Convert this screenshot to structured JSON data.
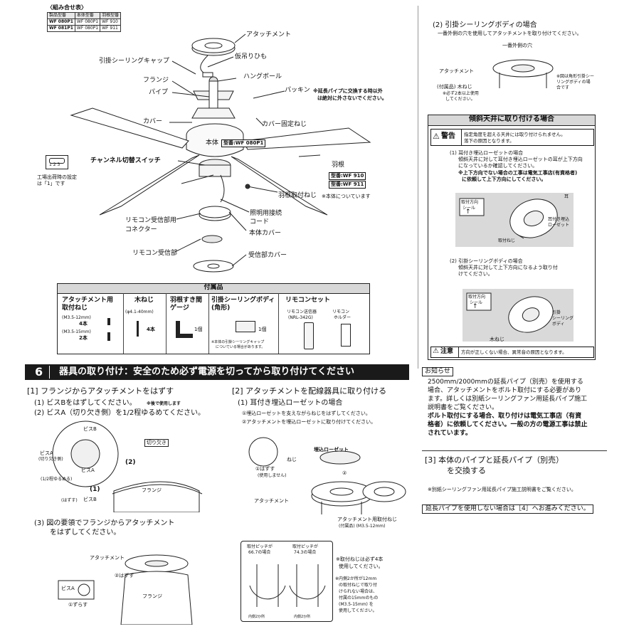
{
  "combo_table": {
    "title": "〈組み合せ表〉",
    "headers": [
      "製品型番",
      "本体型番",
      "羽根型番"
    ],
    "rows": [
      [
        "WF 080P1",
        "WF 080P1",
        "WF 910"
      ],
      [
        "WF 081P1",
        "WF 080P1",
        "WF 911"
      ]
    ]
  },
  "diagram_labels": {
    "attachment": "アタッチメント",
    "ceiling_cap": "引掛シーリングキャップ",
    "temp_string": "仮吊りひも",
    "flange": "フランジ",
    "hang_ball": "ハングボール",
    "pipe": "パイプ",
    "packing": "パッキン",
    "packing_note1": "※延長パイプに交換する時以外",
    "packing_note2": "は絶対に外さないでください。",
    "cover": "カバー",
    "cover_screw": "カバー固定ねじ",
    "body": "本体",
    "body_model": "型番:WF 080P1",
    "channel_switch": "チャンネル切替スイッチ",
    "factory_setting1": "工場出荷時の設定",
    "factory_setting2": "は「1」です",
    "switch_nums": "1 2 3",
    "blade": "羽根",
    "blade_model1": "型番:WF 910",
    "blade_model2": "型番:WF 911",
    "blade_screw": "羽根取付ねじ",
    "blade_screw_note": "※本体についています",
    "light_cord1": "照明用接続",
    "light_cord2": "コード",
    "remote_connector1": "リモコン受信部用",
    "remote_connector2": "コネクター",
    "body_cover": "本体カバー",
    "receiver": "リモコン受信部",
    "receiver_cover": "受信部カバー"
  },
  "accessories": {
    "title": "付属品",
    "cols": [
      {
        "name": "アタッチメント用\n取付ねじ",
        "lines": [
          "(M3.5-12mm)",
          "4本",
          "(M3.5-15mm)",
          "2本"
        ]
      },
      {
        "name": "木ねじ",
        "lines": [
          "(φ4.1-40mm)",
          "4本"
        ]
      },
      {
        "name": "羽根すき間\nゲージ",
        "lines": [
          "1個"
        ]
      },
      {
        "name": "引掛シーリングボディ\n(角形)",
        "lines": [
          "1個",
          "※本体の引掛シーリングキャップ",
          "についている場合があります。"
        ]
      },
      {
        "name": "リモコンセット",
        "lines": [
          "リモコン送信器",
          "(NRL-342G)",
          "リモコン",
          "ホルダー"
        ]
      }
    ]
  },
  "right_top": {
    "heading": "(2) 引掛シーリングボディの場合",
    "desc": "一番外側の穴を使用してアタッチメントを取り付けてください。",
    "outer_hole": "一番外側の穴",
    "attachment": "アタッチメント",
    "wood_screw": "(付属品) 木ねじ",
    "wood_screw_note1": "※必ず2本以上使用",
    "wood_screw_note2": "してください。",
    "square_note1": "※図は角形引掛シー",
    "square_note2": "リングボディの場",
    "square_note3": "合です"
  },
  "slope": {
    "title": "傾斜天井に取り付ける場合",
    "warning_label": "警告",
    "warning_text1": "指定角度を超える天井には取り付けられません。",
    "warning_text2": "落下の原因となります。",
    "p1_head": "(1) 耳付き埋込ローゼットの場合",
    "p1_l1": "傾斜天井に対して耳付き埋込ローゼットの耳が上下方向",
    "p1_l2": "になっているか確認してください。",
    "p1_l3": "※上下方向でない場合の工事は電気工事店(有資格者)",
    "p1_l4": "に依頼して上下方向にしてください。",
    "d1_dir1": "取付方向",
    "d1_dir2": "シール",
    "d1_ear": "耳",
    "d1_rosette1": "耳付き埋込",
    "d1_rosette2": "ローゼット",
    "d1_screw": "取付ねじ",
    "p2_head": "(2) 引掛シーリングボディの場合",
    "p2_l1": "傾斜天井に対して上下方向になるよう取り付",
    "p2_l2": "けてください。",
    "d2_dir1": "取付方向",
    "d2_dir2": "シール",
    "d2_body1": "引掛",
    "d2_body2": "シーリング",
    "d2_body3": "ボディ",
    "d2_screw": "木ねじ",
    "caution_label": "注意",
    "caution_text": "方向が正しくない場合、異常音の原因となります。"
  },
  "section6": {
    "num": "6",
    "title": "器具の取り付け：安全のため必ず電源を切ってから取り付けてください"
  },
  "step1": {
    "heading": "[1] フランジからアタッチメントをはずす",
    "s1": "(1) ビスBをはずしてください。",
    "s1_note": "※後で使用します",
    "s2": "(2) ビスA（切り欠き側）を1/2程ゆるめてください。",
    "visB": "ビスB",
    "visA1": "ビスA",
    "visA2": "(切り欠き側)",
    "visA3": "ビスA",
    "half": "(1/2程ゆるめる)",
    "notch": "切り欠き",
    "n2": "(2)",
    "n1": "(1)",
    "flange": "フランジ",
    "remove": "(はずす)",
    "visB2": "ビスB",
    "s3_l1": "(3) 図の要領でフランジからアタッチメント",
    "s3_l2": "をはずしてください。",
    "attachment": "アタッチメント",
    "remove2": "②はずす",
    "visA_small": "ビスA",
    "slide": "①ずらす",
    "flange2": "フランジ"
  },
  "step2": {
    "heading": "[2] アタッチメントを配線器具に取り付ける",
    "sub": "(1) 耳付き埋込ローゼットの場合",
    "l1": "①埋込ローゼットを支えながらねじをはずしてください。",
    "l2": "②アタッチメントを埋込ローゼットに取り付けてください。",
    "rosette": "埋込ローゼット",
    "screw": "ねじ",
    "remove_note1": "①はずす",
    "remove_note2": "(使用しません)",
    "c2": "②",
    "attachment": "アタッチメント",
    "att_screw": "アタッチメント用取付ねじ",
    "att_screw2": "(付属品) (M3.5-12mm)",
    "pitch1a": "取付ピッチが",
    "pitch1b": "66.7の場合",
    "pitch2a": "取付ピッチが",
    "pitch2b": "74.3の場合",
    "note_4a": "※取付ねじは必ず4本",
    "note_4b": "使用してください。",
    "note2_1": "※内側2か所が12mm",
    "note2_2": "の取付ねじで取り付",
    "note2_3": "けられない場合は、",
    "note2_4": "付属の15mmのもの",
    "note2_5": "(M3.5-15mm) を",
    "note2_6": "使用してください。",
    "inner1": "内側2か所",
    "inner2": "内側2か所"
  },
  "notice": {
    "label": "お知らせ",
    "l1": "2500mm/2000mmの延長パイプ（別売）を使用する",
    "l2": "場合、アタッチメントをボルト取付にする必要があり",
    "l3": "ます。詳しくは別紙シーリングファン用延長パイプ施工",
    "l4": "説明書をご覧ください。",
    "l5": "ボルト取付にする場合、取り付けは電気工事店（有資",
    "l6": "格者）に依頼してください。一般の方の電源工事は禁止",
    "l7": "されています。"
  },
  "step3": {
    "heading1": "[3] 本体のパイプと延長パイプ（別売）",
    "heading2": "を交換する",
    "note": "※別紙シーリングファン用延長パイプ施工説明書をご覧ください。",
    "skip": "延長パイプを使用しない場合は［4］へお進みください。"
  }
}
